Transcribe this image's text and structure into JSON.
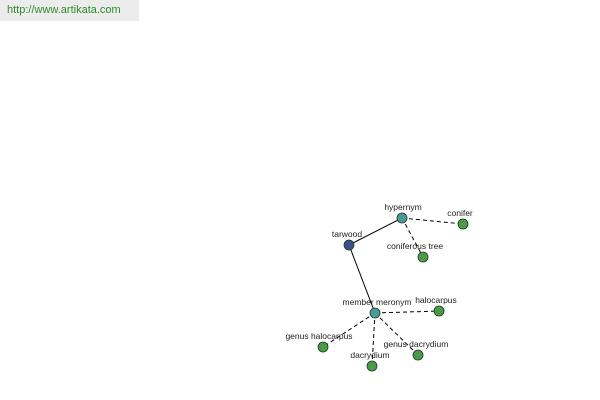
{
  "header": {
    "url": "http://www.artikata.com"
  },
  "graph": {
    "colors": {
      "root": "#3d4f8a",
      "relation": "#4a9a9a",
      "leaf": "#4a9a4a"
    },
    "nodes": [
      {
        "id": "tarwood",
        "label": "tarwood",
        "kind": "root"
      },
      {
        "id": "hypernym",
        "label": "hypernym",
        "kind": "relation"
      },
      {
        "id": "conifer",
        "label": "conifer",
        "kind": "leaf"
      },
      {
        "id": "coniferous-tree",
        "label": "coniferous tree",
        "kind": "leaf"
      },
      {
        "id": "member-meronym",
        "label": "member meronym",
        "kind": "relation"
      },
      {
        "id": "halocarpus",
        "label": "halocarpus",
        "kind": "leaf"
      },
      {
        "id": "genus-halocarpus",
        "label": "genus halocarpus",
        "kind": "leaf"
      },
      {
        "id": "dacrydium",
        "label": "dacrydium",
        "kind": "leaf"
      },
      {
        "id": "genus-dacrydium",
        "label": "genus dacrydium",
        "kind": "leaf"
      }
    ],
    "edges": [
      {
        "from": "tarwood",
        "to": "hypernym",
        "style": "solid"
      },
      {
        "from": "tarwood",
        "to": "member-meronym",
        "style": "solid"
      },
      {
        "from": "hypernym",
        "to": "conifer",
        "style": "dashed"
      },
      {
        "from": "hypernym",
        "to": "coniferous-tree",
        "style": "dashed"
      },
      {
        "from": "member-meronym",
        "to": "halocarpus",
        "style": "dashed"
      },
      {
        "from": "member-meronym",
        "to": "genus-halocarpus",
        "style": "dashed"
      },
      {
        "from": "member-meronym",
        "to": "dacrydium",
        "style": "dashed"
      },
      {
        "from": "member-meronym",
        "to": "genus-dacrydium",
        "style": "dashed"
      }
    ]
  }
}
